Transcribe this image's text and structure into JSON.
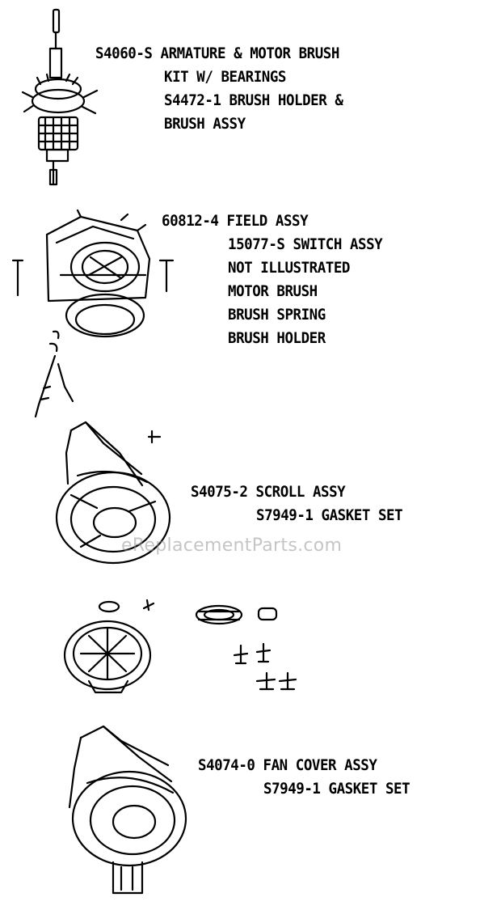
{
  "groups": [
    {
      "lines": [
        "S4060-S ARMATURE & MOTOR BRUSH",
        "KIT W/ BEARINGS",
        "S4472-1 BRUSH HOLDER &",
        "BRUSH ASSY"
      ]
    },
    {
      "lines": [
        "60812-4 FIELD ASSY",
        "15077-S SWITCH ASSY",
        "NOT ILLUSTRATED",
        "MOTOR BRUSH",
        "BRUSH SPRING",
        "BRUSH HOLDER"
      ]
    },
    {
      "lines": [
        "S4075-2 SCROLL ASSY",
        "S7949-1 GASKET SET"
      ]
    },
    {
      "lines": [
        "S4074-0 FAN COVER ASSY",
        "S7949-1 GASKET SET"
      ]
    }
  ],
  "watermark": "eReplacementParts.com"
}
